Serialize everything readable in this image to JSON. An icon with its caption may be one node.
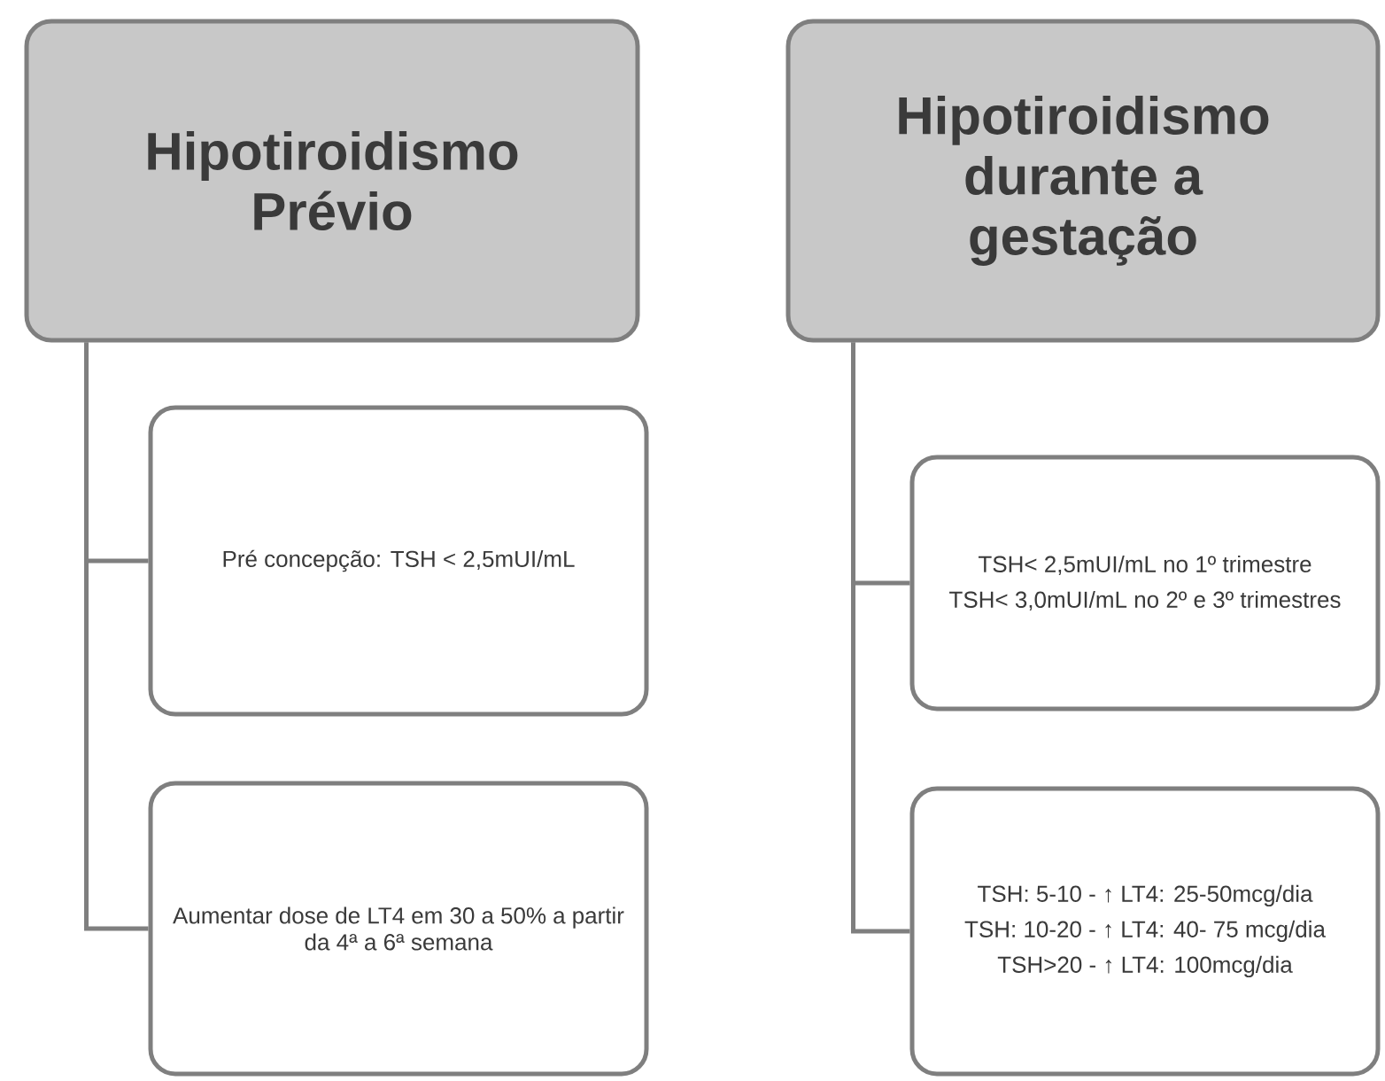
{
  "diagram": {
    "nodes": [
      {
        "text": [
          "Hipotiroidismo Prévio"
        ]
      },
      {
        "text": [
          "Pré concepção: TSH < 2,5mUI/mL"
        ]
      },
      {
        "text": [
          "Aumentar dose de LT4 em 30 a 50% a partir da 4ª a 6ª semana"
        ]
      },
      {
        "text": [
          "Hipotiroidismo durante a gestação"
        ]
      },
      {
        "text": [
          "TSH< 2,5mUI/mL no 1º trimestre",
          "TSH< 3,0mUI/mL no 2º e 3º trimestres"
        ]
      },
      {
        "text": [
          "TSH: 5-10 - ↑ LT4: 25-50mcg/dia",
          "TSH: 10-20 - ↑ LT4: 40- 75 mcg/dia",
          "TSH>20 - ↑ LT4: 100mcg/dia"
        ]
      }
    ],
    "edges": [
      {
        "from": 0,
        "to": 1,
        "arrow": "none"
      },
      {
        "from": 0,
        "to": 2,
        "arrow": "none"
      },
      {
        "from": 3,
        "to": 4,
        "arrow": "none"
      },
      {
        "from": 3,
        "to": 5,
        "arrow": "none"
      }
    ]
  }
}
